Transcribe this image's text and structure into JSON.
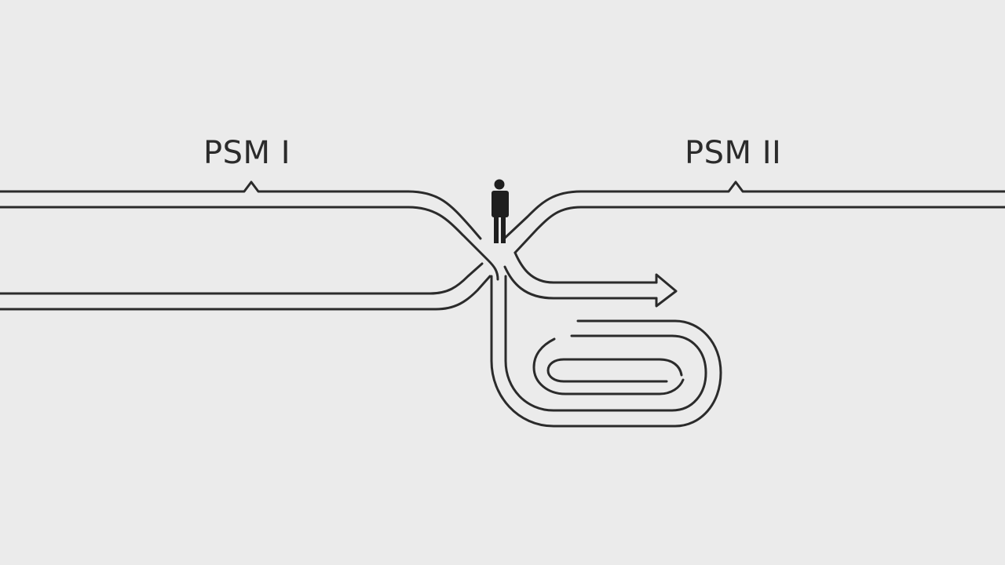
{
  "diagram": {
    "title": "",
    "labels": {
      "left_path": "PSM I",
      "right_path": "PSM II"
    },
    "elements": {
      "person": "person-icon",
      "arrow": "arrow-right-icon",
      "loop": "spiral-loop-path"
    },
    "colors": {
      "background": "#ebebeb",
      "line": "#2b2b2b",
      "person": "#1f1f1f",
      "text": "#2b2b2b"
    }
  }
}
